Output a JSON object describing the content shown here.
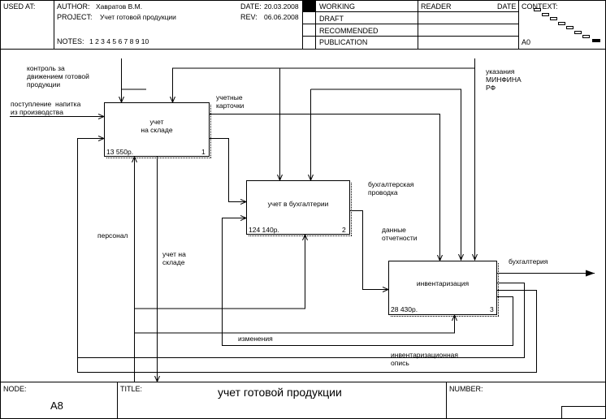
{
  "header": {
    "used_at": "USED AT:",
    "author_label": "AUTHOR:",
    "author": "Хавратов В.М.",
    "project_label": "PROJECT:",
    "project": "Учет готовой продукции",
    "date_label": "DATE:",
    "date": "20.03.2008",
    "rev_label": "REV:",
    "rev": "06.06.2008",
    "notes_label": "NOTES:",
    "notes": "1  2  3  4  5  6  7  8  9  10",
    "status": [
      "WORKING",
      "DRAFT",
      "RECOMMENDED",
      "PUBLICATION"
    ],
    "reader": "READER",
    "date2": "DATE",
    "context": "CONTEXT:",
    "context_node": "A0"
  },
  "boxes": [
    {
      "name": "учет\nна складе",
      "cost": "13 550р.",
      "num": "1"
    },
    {
      "name": "учет в бухгалтерии",
      "cost": "124 140р.",
      "num": "2"
    },
    {
      "name": "инвентаризация",
      "cost": "28 430р.",
      "num": "3"
    }
  ],
  "arrow_labels": {
    "control_stock": "контроль за\nдвижением готовой\nпродукции",
    "input_drink": "поступление  напитка\nиз производства",
    "cards": "учетные\nкарточки",
    "minfin": "указания\nМИНФИНА\nРФ",
    "posting": "бухгалтерская\nпроводка",
    "accounting_data": "данные\nотчетности",
    "personnel": "персонал",
    "stock_accounting": "учет на\nскладе",
    "accounting_out": "бухгалтерия",
    "changes": "изменения",
    "inventory_list": "инвентаризационная\nопись"
  },
  "footer": {
    "node_label": "NODE:",
    "node": "A8",
    "title_label": "TITLE:",
    "title": "учет готовой  продукции",
    "number_label": "NUMBER:"
  }
}
